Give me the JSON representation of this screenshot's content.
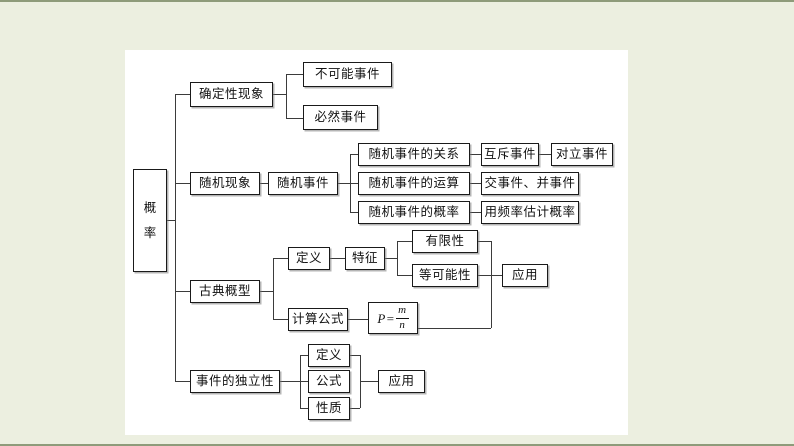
{
  "page": {
    "background_color": "#ecefe0",
    "panel_color": "#ffffff",
    "line_color": "#3b3b3b",
    "box_border_color": "#1a1a1a"
  },
  "diagram": {
    "title": "概率",
    "type": "mind-map",
    "root": {
      "label_chars": [
        "概",
        "率"
      ],
      "label": "概率"
    },
    "nodes": {
      "deterministic": "确定性现象",
      "impossible_event": "不可能事件",
      "certain_event": "必然事件",
      "random_phenomenon": "随机现象",
      "random_event": "随机事件",
      "relation_of_random_events": "随机事件的关系",
      "mutually_exclusive": "互斥事件",
      "complementary": "对立事件",
      "operation_of_random_events": "随机事件的运算",
      "intersection_union": "交事件、并事件",
      "probability_of_random_events": "随机事件的概率",
      "frequency_estimate": "用频率估计概率",
      "classical_model": "古典概型",
      "definition": "定义",
      "feature": "特征",
      "finiteness": "有限性",
      "equal_possibility": "等可能性",
      "application_classical": "应用",
      "calculation_formula": "计算公式",
      "formula_p": "P=",
      "formula_numerator": "m",
      "formula_denominator": "n",
      "independence": "事件的独立性",
      "independence_definition": "定义",
      "independence_formula": "公式",
      "independence_property": "性质",
      "application_independence": "应用"
    }
  }
}
